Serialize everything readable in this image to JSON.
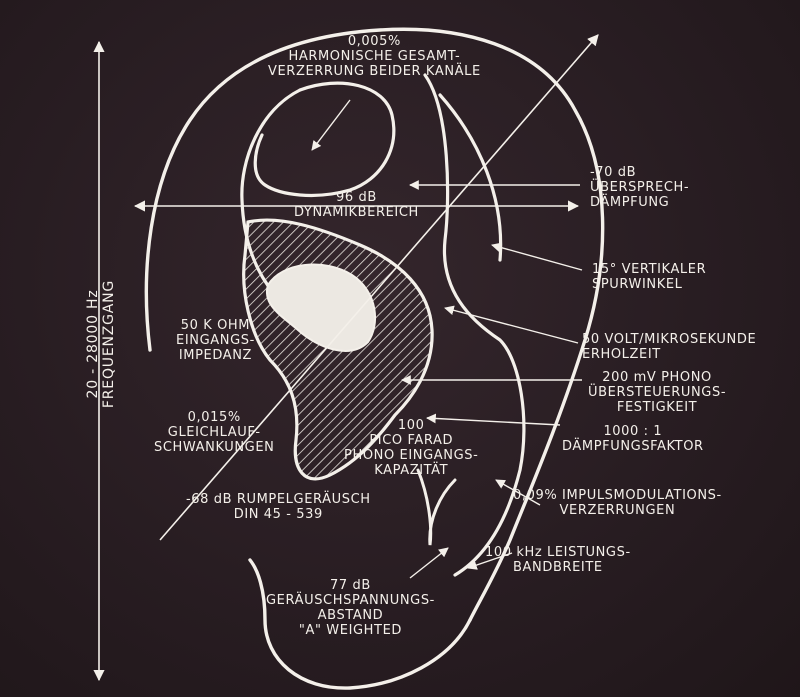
{
  "colors": {
    "background": "#2a1f24",
    "chalk": "#f4f0ea",
    "hatch_fill": "#e8e4de"
  },
  "labels": {
    "harmonic": [
      "0,005%",
      "HARMONISCHE GESAMT-",
      "VERZERRUNG BEIDER KANÄLE"
    ],
    "crosstalk": [
      "-70 dB",
      "ÜBERSPRECH-",
      "DÄMPFUNG"
    ],
    "dynamic": [
      "96 dB",
      "DYNAMIKBEREICH"
    ],
    "tracking": [
      "15° VERTIKALER",
      "SPURWINKEL"
    ],
    "impedance": [
      "50 K OHM",
      "EINGANGS-",
      "IMPEDANZ"
    ],
    "recovery": [
      "50 VOLT/MIKROSEKUNDE",
      "ERHOLZEIT"
    ],
    "overload": [
      "200 mV PHONO",
      "ÜBERSTEUERUNGS-",
      "FESTIGKEIT"
    ],
    "flutter": [
      "0,015%",
      "GLEICHLAUF-",
      "SCHWANKUNGEN"
    ],
    "capacitance": [
      "100",
      "PICO FARAD",
      "PHONO EINGANGS-",
      "KAPAZITÄT"
    ],
    "damping": [
      "1000 : 1",
      "DÄMPFUNGSFAKTOR"
    ],
    "rumble": [
      "-68 dB RUMPELGERÄUSCH",
      "DIN 45 - 539"
    ],
    "intermod": [
      "0,09% IMPULSMODULATIONS-",
      "VERZERRUNGEN"
    ],
    "bandwidth": [
      "100 kHz LEISTUNGS-",
      "BANDBREITE"
    ],
    "snr": [
      "77 dB",
      "GERÄUSCHSPANNUNGS-",
      "ABSTAND",
      "\"A\" WEIGHTED"
    ],
    "frequency": [
      "20 - 28000 Hz",
      "FREQUENZGANG"
    ]
  }
}
